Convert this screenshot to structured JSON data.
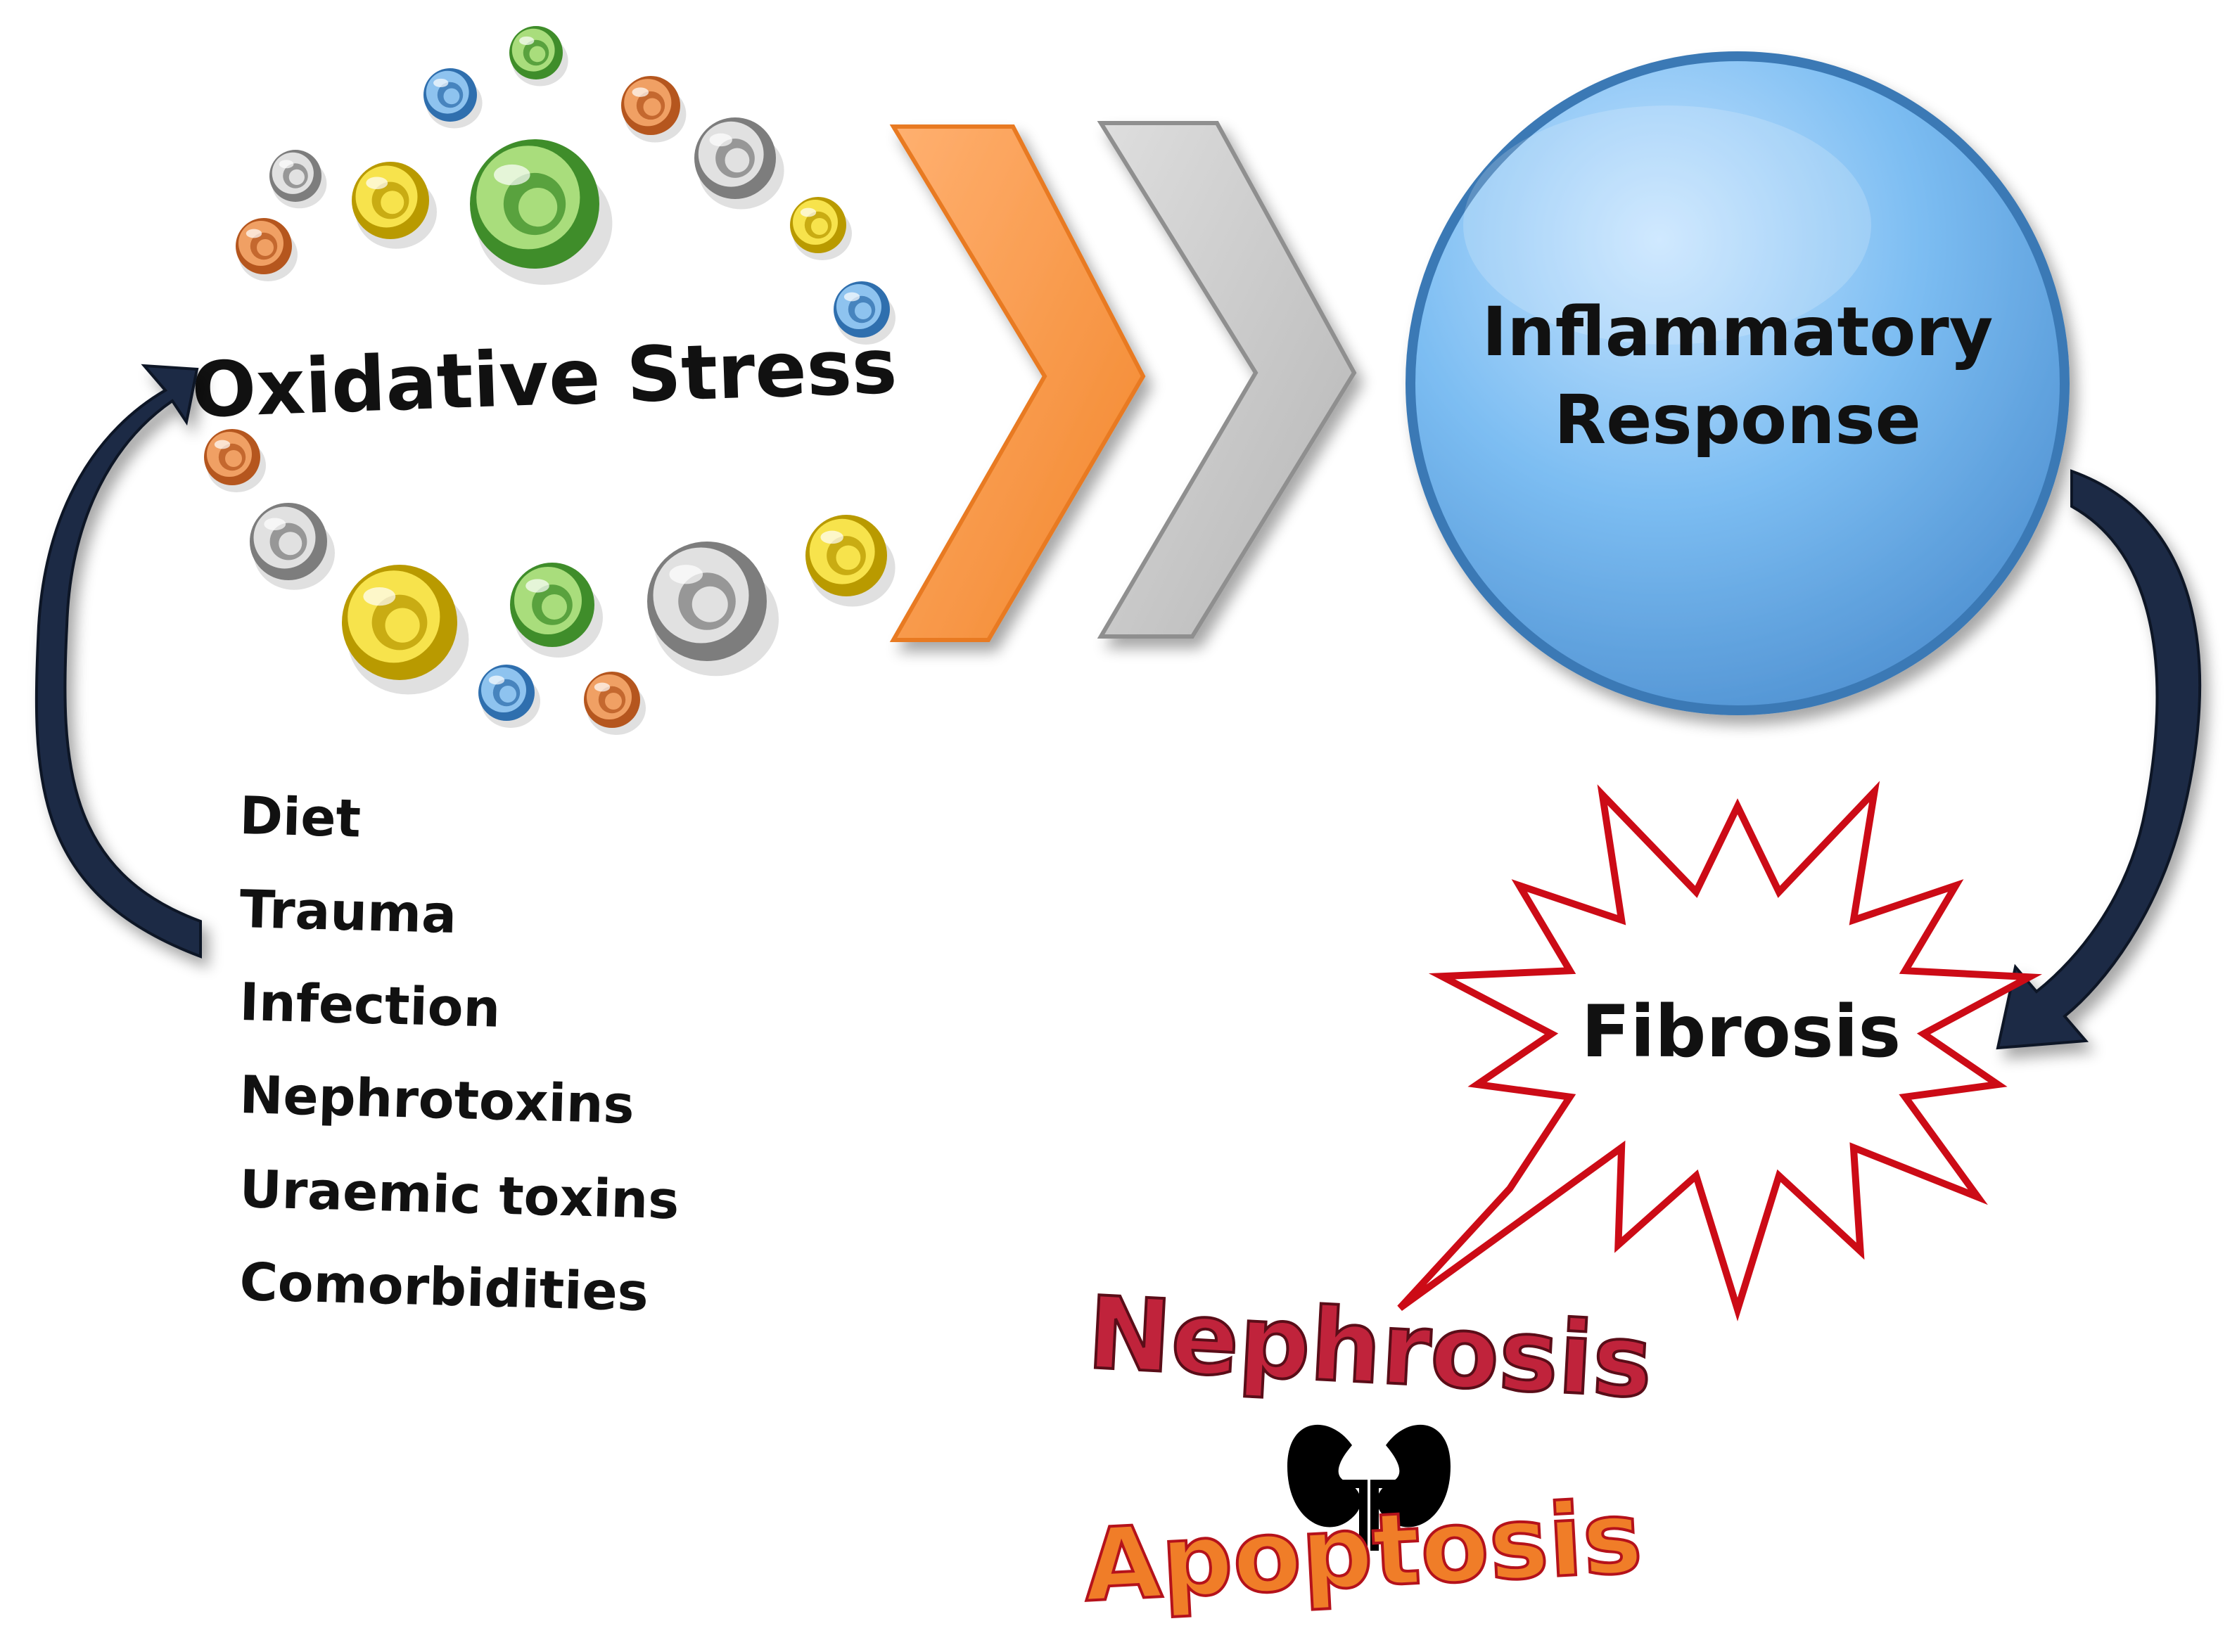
{
  "diagram": {
    "oxidative_stress": "Oxidative Stress",
    "inflammatory_response": [
      "Inflammatory",
      "Response"
    ],
    "fibrosis": "Fibrosis",
    "causes": [
      "Diet",
      "Trauma",
      "Infection",
      "Nephrotoxins",
      "Uraemic toxins",
      "Comorbidities"
    ],
    "nephrosis": "Nephrosis",
    "apoptosis": "Apoptosis"
  },
  "colors": {
    "sphere_blue": "#6fb2ec",
    "sphere_border": "#3a79b5",
    "chevron_orange": "#f7923a",
    "chevron_gray": "#c8c8c8",
    "curve_arrow": "#1f2a44",
    "starburst_stroke": "#cc0b16",
    "nephrosis_fill": "#c0233b",
    "apoptosis_fill": "#f07d28",
    "kidney": "#000000"
  },
  "icons": {
    "molecules": "molecule-ring-icons",
    "kidney": "kidney-icon",
    "chevrons": "chevron-right-icons"
  }
}
